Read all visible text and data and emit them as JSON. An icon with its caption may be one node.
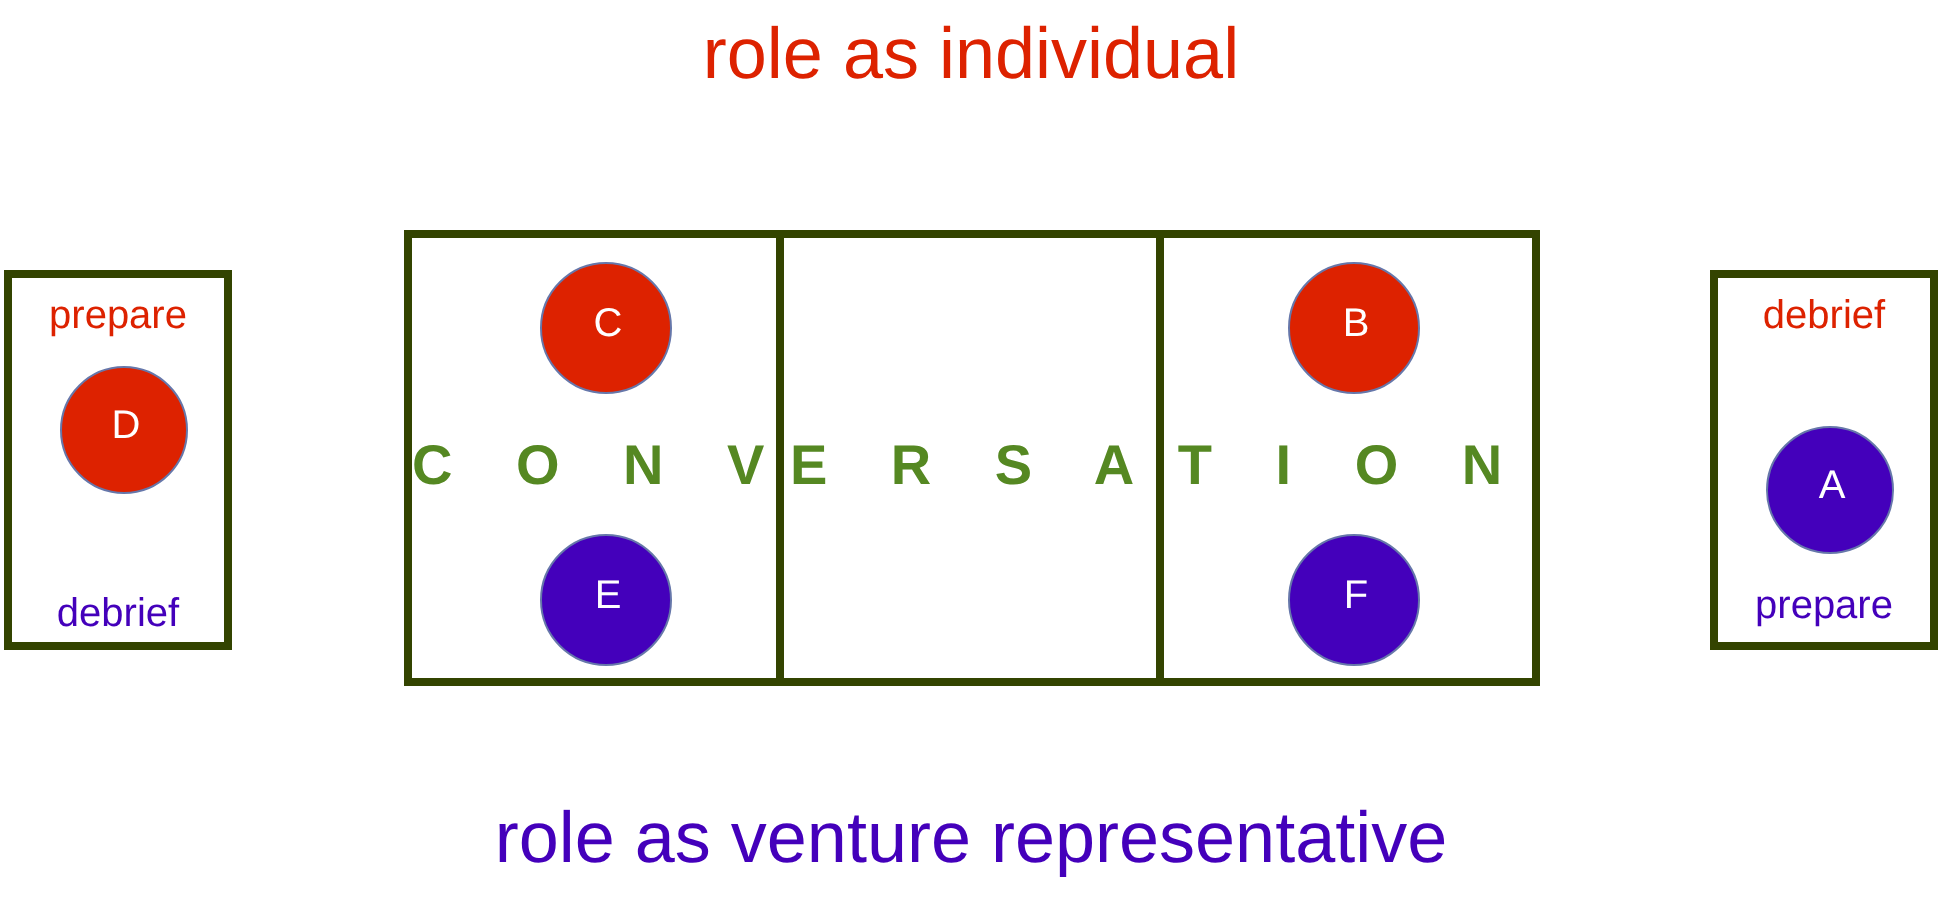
{
  "diagram": {
    "nodes": [
      {
        "text": [
          "prepare",
          "debrief"
        ]
      },
      {
        "text": [
          "D"
        ],
        "in": 0
      },
      {
        "text": [
          "C O N V"
        ]
      },
      {
        "text": [
          "C"
        ],
        "in": 2
      },
      {
        "text": [
          "E"
        ],
        "in": 2
      },
      {
        "text": [
          "E R S A"
        ]
      },
      {
        "text": [
          "T I O N"
        ]
      },
      {
        "text": [
          "B"
        ],
        "in": 6
      },
      {
        "text": [
          "F"
        ],
        "in": 6
      },
      {
        "text": [
          "debrief",
          "prepare"
        ]
      },
      {
        "text": [
          "A"
        ],
        "in": 9
      }
    ],
    "labels": [
      "role as individual",
      "role as venture representative"
    ]
  }
}
